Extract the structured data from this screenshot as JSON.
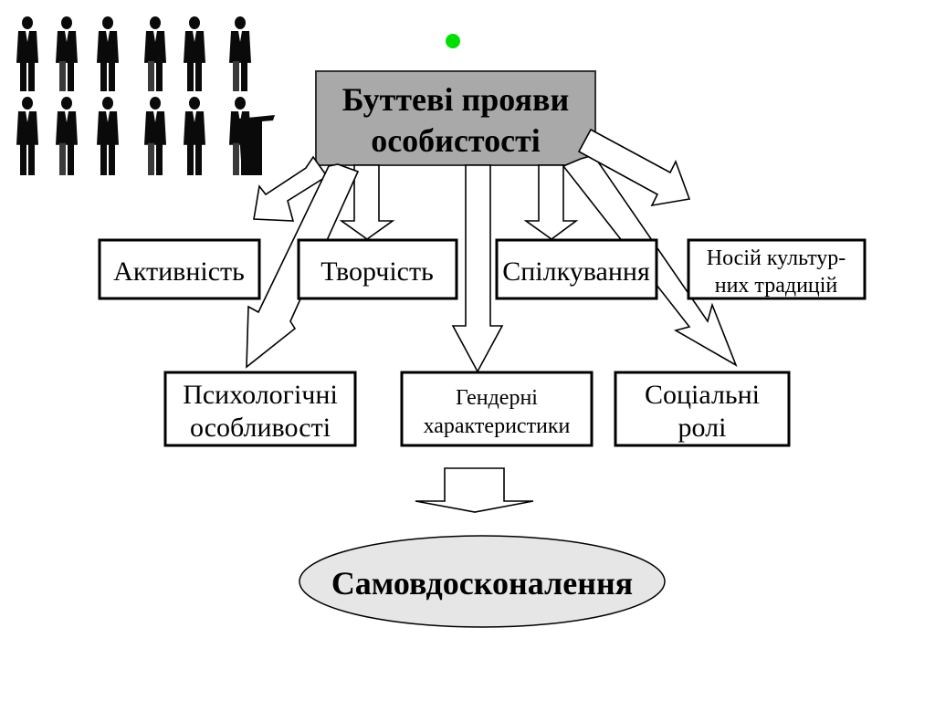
{
  "diagram": {
    "root": {
      "lines": [
        "Буттеві прояви",
        "особистості"
      ],
      "fill": "#a9a9a9"
    },
    "indicator_dot_color": "#00e000",
    "row1": [
      {
        "id": "activity",
        "lines": [
          "Активність"
        ]
      },
      {
        "id": "creativity",
        "lines": [
          "Творчість"
        ]
      },
      {
        "id": "communication",
        "lines": [
          "Спілкування"
        ]
      },
      {
        "id": "cultural-traditions",
        "lines": [
          "Носій культур-",
          "них традицій"
        ]
      }
    ],
    "row2": [
      {
        "id": "psychological",
        "lines": [
          "Психологічні",
          "особливості"
        ]
      },
      {
        "id": "gender",
        "lines": [
          "Гендерні",
          "характеристики"
        ]
      },
      {
        "id": "social-roles",
        "lines": [
          "Соціальні",
          "ролі"
        ]
      }
    ],
    "result": {
      "label": "Самовдосконалення",
      "fill": "#e6e6e6"
    },
    "illustration": {
      "description": "business-people-silhouettes",
      "count": 12
    },
    "edges": [
      {
        "from": "root",
        "to": "activity"
      },
      {
        "from": "root",
        "to": "creativity"
      },
      {
        "from": "root",
        "to": "communication"
      },
      {
        "from": "root",
        "to": "cultural-traditions"
      },
      {
        "from": "root",
        "to": "psychological"
      },
      {
        "from": "root",
        "to": "gender"
      },
      {
        "from": "root",
        "to": "social-roles"
      },
      {
        "from": "row2",
        "to": "result"
      }
    ]
  }
}
